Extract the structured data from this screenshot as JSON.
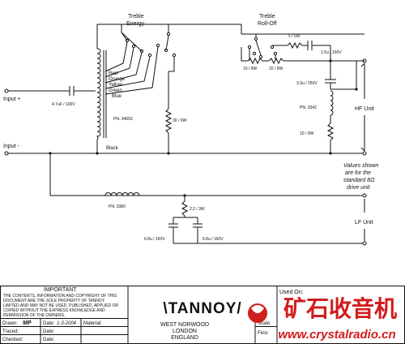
{
  "schematic": {
    "switches": {
      "treble_energy": [
        "Treble",
        "Energy"
      ],
      "treble_rolloff": [
        "Treble",
        "Roll-Off"
      ]
    },
    "inputs": {
      "plus": "Input +",
      "minus": "Input -"
    },
    "components": {
      "c_input": "4.7uF / 100V",
      "autotransformer": "PN. 34653",
      "r_energy": "30 / 9W",
      "r_rolloff_a": "10 / 9W",
      "r_rolloff_b": "20 / 9W",
      "r_top": "5 / 5W",
      "c_top": "1.5u / 100V",
      "c_hf": "3.3u / 250V",
      "inductor_hf": "PN. 3342",
      "r_hf": "10 / 9W",
      "inductor_lf": "PN. 3380",
      "r_lf": "2.2 / 3W",
      "c_lf_left": "6.8u / 160V",
      "c_lf_right": "6.8u / 160V"
    },
    "taps": [
      "Red",
      "Orange",
      "Yellow",
      "Green",
      "Blue"
    ],
    "tap_black": "Black",
    "units": {
      "hf": "HF Unit",
      "lf": "LF Unit"
    },
    "note": [
      "Values shown",
      "are for the",
      "standard 8Ω",
      "drive unit"
    ]
  },
  "title_block": {
    "important_heading": "IMPORTANT",
    "important_text": [
      "THE CONTENTS, INFORMATION AND COPYRIGHT OF THIS",
      "DOCUMENT ARE THE SOLE PROPERTY OF TANNOY",
      "LIMITED AND MAY NOT BE USED, PUBLISHED, APPLIED OR",
      "COPIED WITHOUT THE EXPRESS KNOWLEDGE AND",
      "PERMISSION OF THE OWNERS."
    ],
    "drawn_label": "Drawn:",
    "drawn_value": "MP",
    "date_label": "Date:",
    "date_value": "1-3-2004",
    "traced_label": "Traced:",
    "traced_date_label": "Date:",
    "checked_label": "Checked:",
    "checked_date_label": "Date:",
    "material_label": "Material:",
    "brand": "\\TANNOY/",
    "address": [
      "WEST NORWOOD",
      "LONDON",
      "ENGLAND"
    ],
    "used_on_label": "Used On:",
    "scale_label": "Scale:",
    "finish_label": "Finis"
  },
  "watermark": {
    "chinese": "矿石收音机",
    "url": "www.crystalradio.cn"
  }
}
